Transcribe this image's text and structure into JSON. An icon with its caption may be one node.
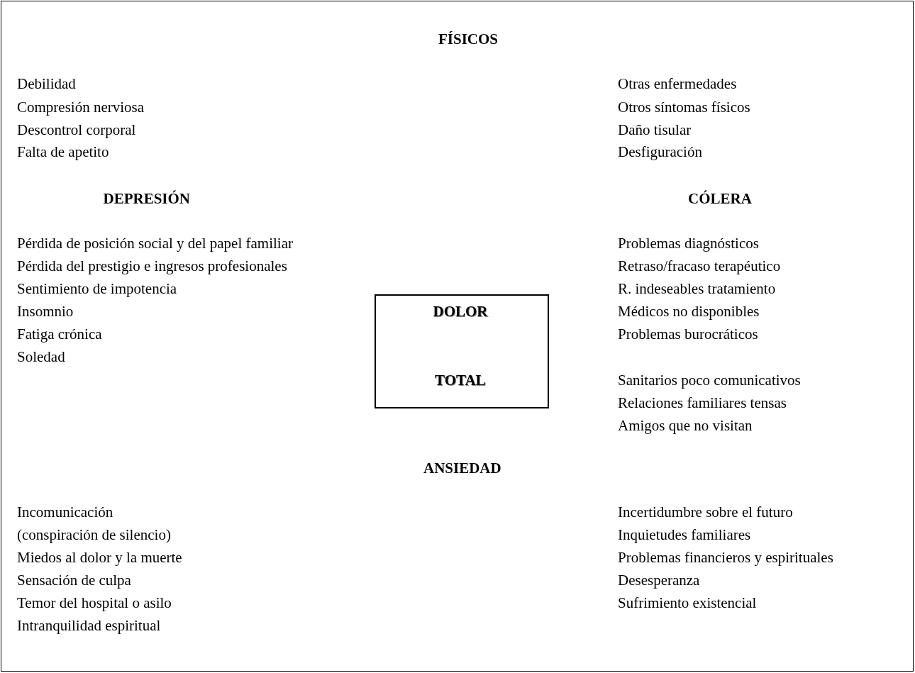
{
  "diagram": {
    "nodes": [
      {
        "text": [
          "DOLOR",
          "TOTAL"
        ]
      }
    ],
    "edges": [],
    "labels": [
      "FÍSICOS",
      "Debilidad",
      "Otras enfermedades",
      "Compresión nerviosa",
      "Otros síntomas físicos",
      "Descontrol corporal",
      "Daño tisular",
      "Falta de apetito",
      "Desfiguración",
      "DEPRESIÓN",
      "CÓLERA",
      "Pérdida de posición social y del papel familiar",
      "Problemas diagnósticos",
      "Pérdida del prestigio e ingresos profesionales",
      "Retraso/fracaso terapéutico",
      "Sentimiento de impotencia",
      "R. indeseables tratamiento",
      "Insomnio",
      "Médicos no disponibles",
      "Fatiga crónica",
      "Problemas burocráticos",
      "Soledad",
      "Sanitarios poco comunicativos",
      "Relaciones familiares tensas",
      "Amigos que no visitan",
      "ANSIEDAD",
      "Incomunicación",
      "Incertidumbre sobre el futuro",
      "(conspiración de silencio)",
      "Inquietudes familiares",
      "Miedos al dolor y la muerte",
      "Problemas financieros y espirituales",
      "Sensación de culpa",
      "Desesperanza",
      "Temor del hospital o asilo",
      "Sufrimiento existencial",
      "Intranquilidad espiritual"
    ]
  }
}
